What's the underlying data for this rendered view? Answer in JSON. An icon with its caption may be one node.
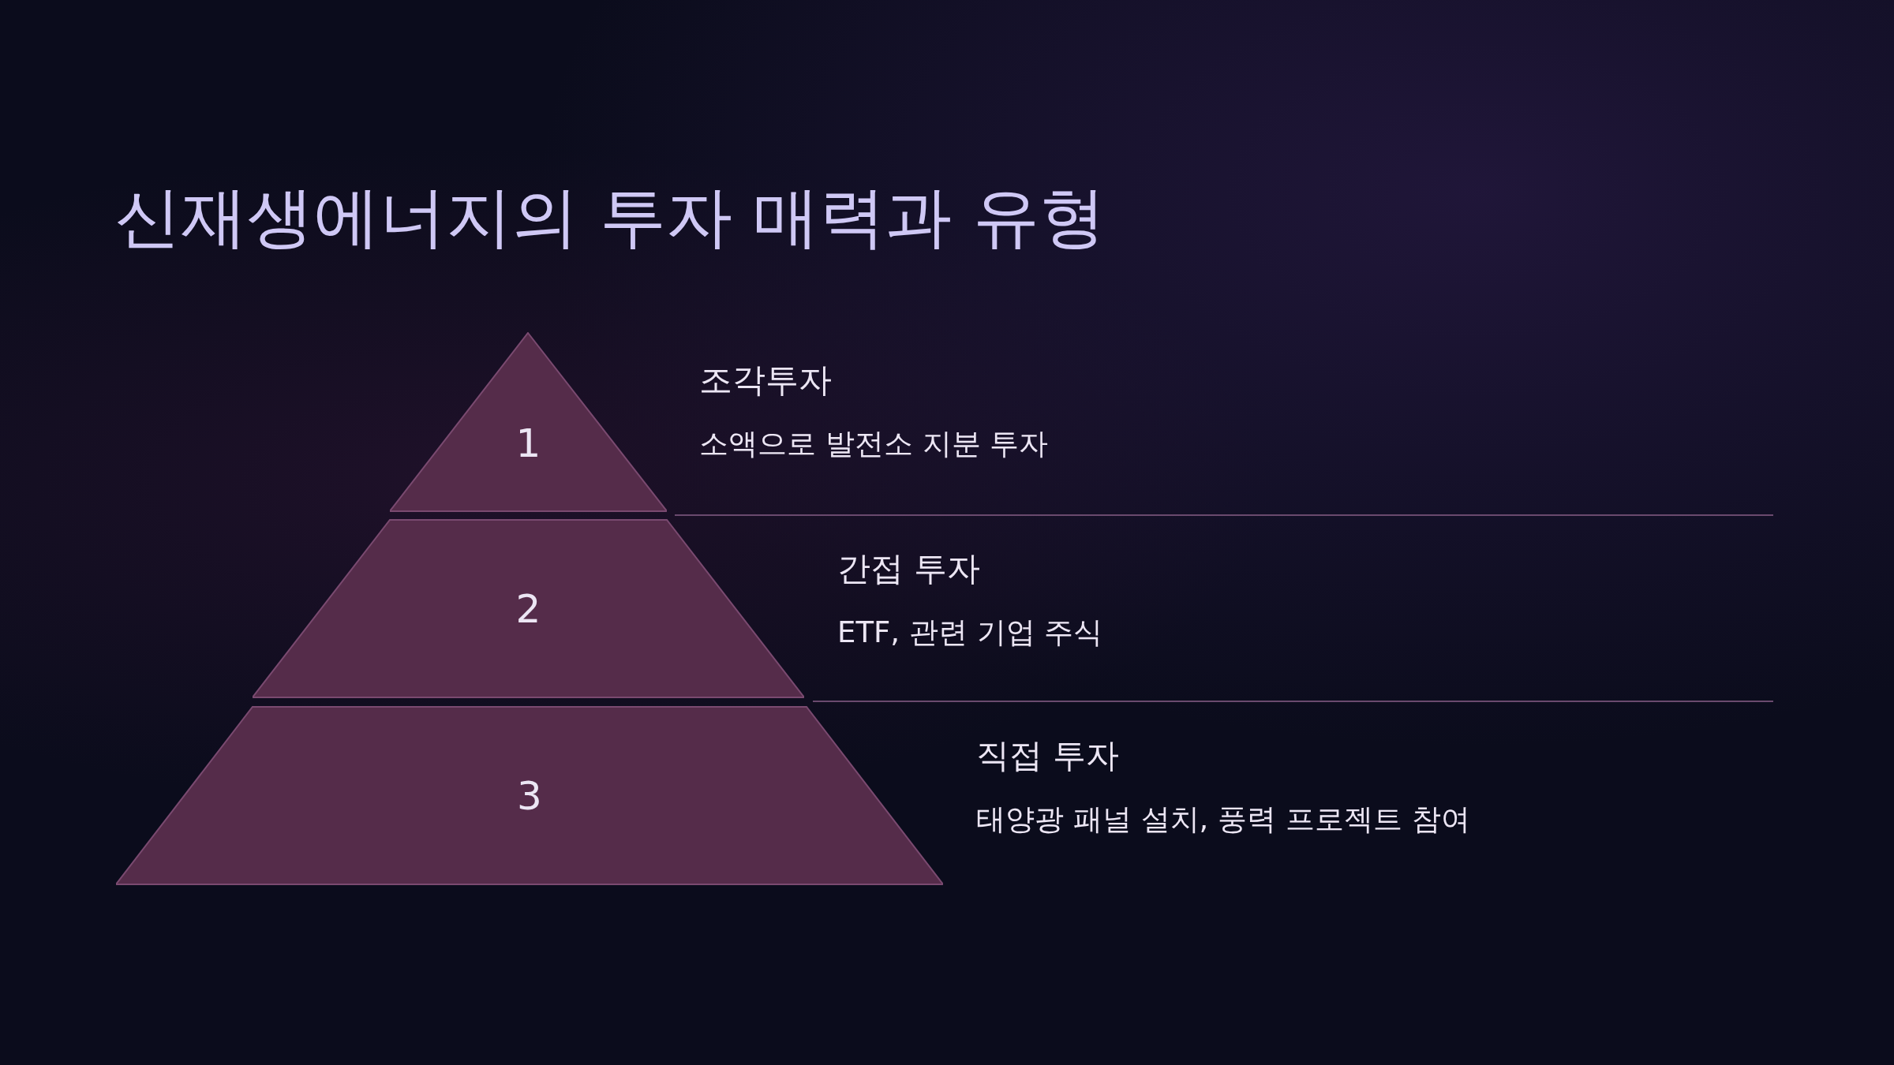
{
  "diagram": {
    "title": "신재생에너지의 투자 매력과 유형",
    "nodes": [
      {
        "text": [
          "1"
        ],
        "beside": [
          "조각투자",
          "소액으로 발전소 지분 투자"
        ]
      },
      {
        "text": [
          "2"
        ],
        "beside": [
          "간접 투자",
          "ETF, 관련 기업 주식"
        ]
      },
      {
        "text": [
          "3"
        ],
        "beside": [
          "직접 투자",
          "태양광 패널 설치, 풍력 프로젝트 참여"
        ]
      }
    ]
  }
}
